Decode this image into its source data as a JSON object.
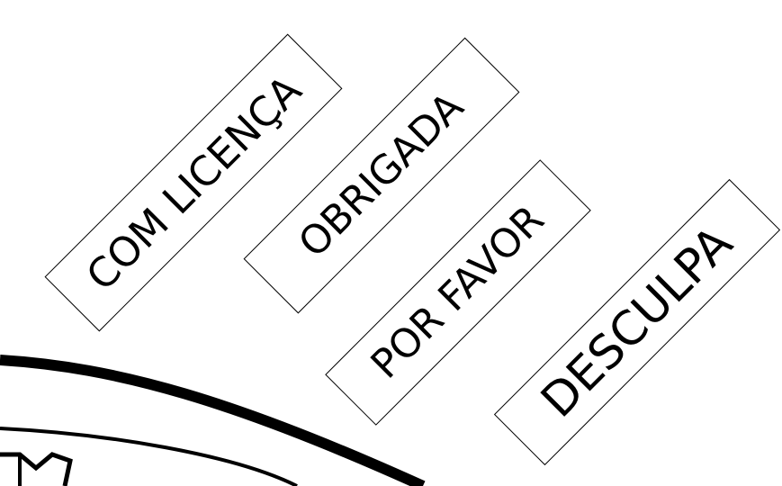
{
  "cards": [
    {
      "label": "COM LICENÇA"
    },
    {
      "label": "OBRIGADA"
    },
    {
      "label": "POR FAVOR"
    },
    {
      "label": "DESCULPA"
    }
  ],
  "colors": {
    "background": "#ffffff",
    "ink": "#000000"
  }
}
